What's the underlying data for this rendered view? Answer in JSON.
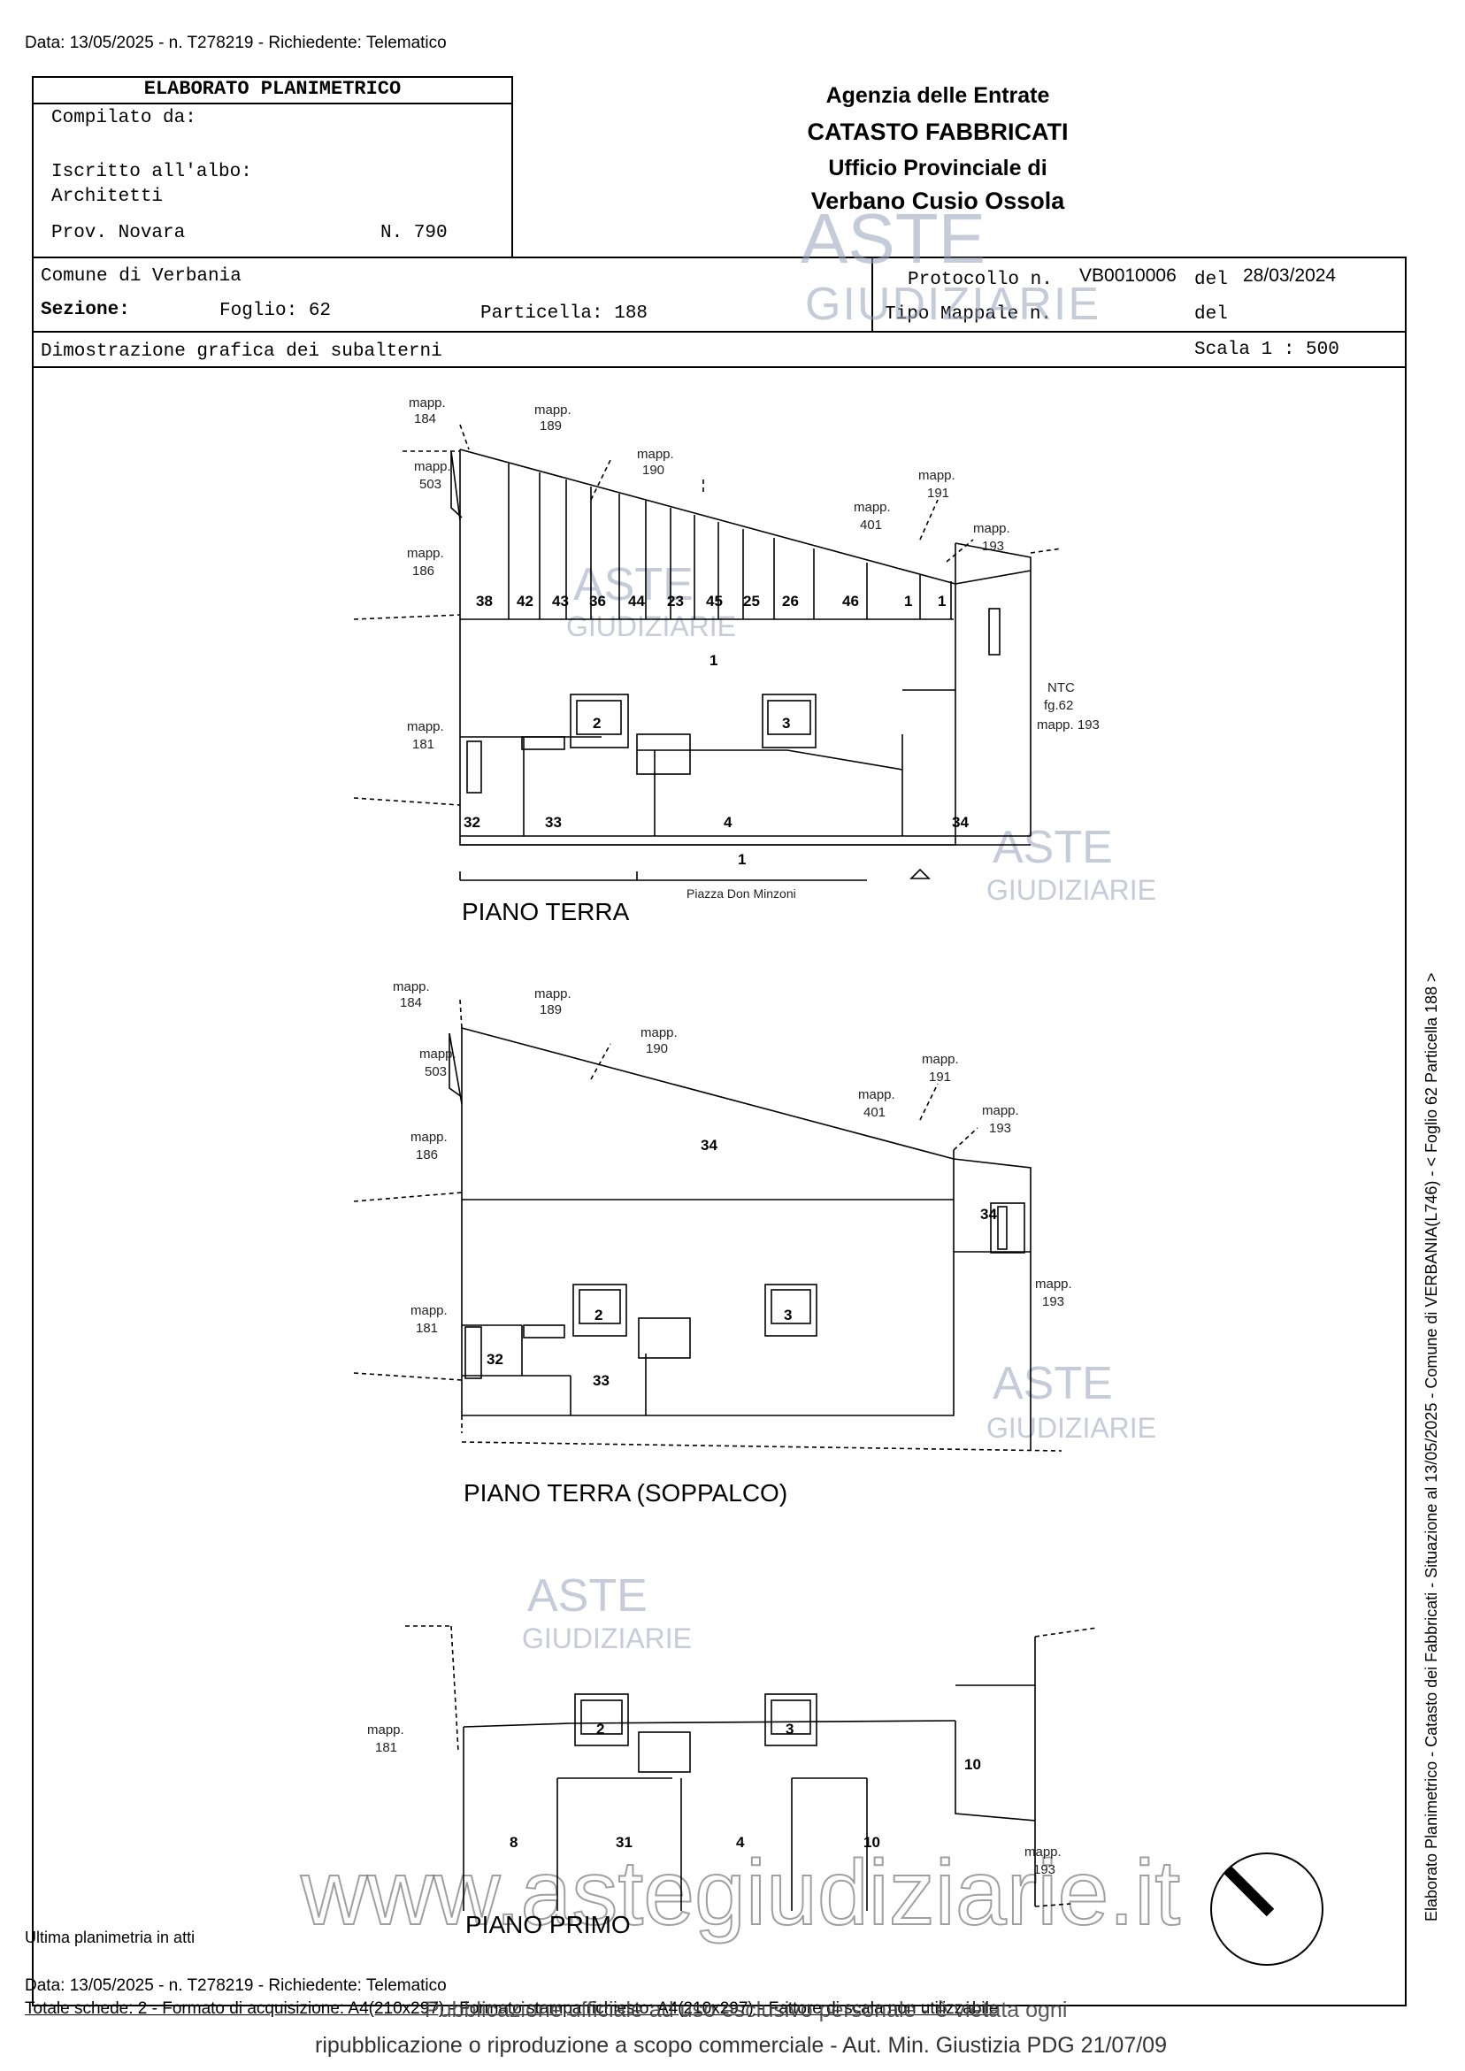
{
  "header_top": "Data: 13/05/2025 - n. T278219 - Richiedente: Telematico",
  "elaborato": {
    "title": "ELABORATO PLANIMETRICO",
    "compilato_label": "Compilato da:",
    "iscritto_label": "Iscritto all'albo:",
    "albo_value": "Architetti",
    "prov_label": "Prov. Novara",
    "number": "N. 790"
  },
  "agency": {
    "line1": "Agenzia delle Entrate",
    "line2": "CATASTO FABBRICATI",
    "line3": "Ufficio Provinciale di",
    "line4": "Verbano Cusio Ossola"
  },
  "info": {
    "comune": "Comune di Verbania",
    "sezione_label": "Sezione:",
    "foglio": "Foglio: 62",
    "particella": "Particella: 188",
    "protocollo_label": "Protocollo n.",
    "protocollo_value": "VB0010006",
    "del1": "del",
    "date": "28/03/2024",
    "tipo_mappale": "Tipo Mappale n.",
    "del2": "del",
    "dimostrazione": "Dimostrazione grafica dei subalterni",
    "scala": "Scala 1 : 500"
  },
  "watermark": {
    "aste": "ASTE",
    "giudiziarie": "GIUDIZIARIE",
    "website": "www.astegiudiziarie.it"
  },
  "plans": {
    "piano_terra": {
      "label": "PIANO TERRA",
      "mapp184": "mapp.\n184",
      "mapp189": "mapp.\n189",
      "mapp190": "mapp.\n190",
      "mapp503": "mapp.\n503",
      "mapp401": "mapp.\n401",
      "mapp191": "mapp.\n191",
      "mapp193": "mapp.\n193",
      "mapp186": "mapp.\n186",
      "mapp181": "mapp.\n181",
      "ntc": "NTC\nfg.62\nmapp. 193",
      "piazza": "Piazza Don Minzoni",
      "subs": [
        "38",
        "42",
        "43",
        "36",
        "44",
        "23",
        "45",
        "25",
        "26",
        "46",
        "1",
        "1"
      ],
      "sub1": "1",
      "sub2": "2",
      "sub3": "3",
      "sub32": "32",
      "sub33": "33",
      "sub4": "4",
      "sub34": "34",
      "sub1b": "1"
    },
    "piano_soppalco": {
      "label": "PIANO TERRA (SOPPALCO)",
      "mapp184": "mapp.\n184",
      "mapp189": "mapp.\n189",
      "mapp190": "mapp.\n190",
      "mapp503": "mapp.\n503",
      "mapp401": "mapp.\n401",
      "mapp191": "mapp.\n191",
      "mapp193a": "mapp.\n193",
      "mapp193b": "mapp.\n193",
      "mapp186": "mapp.\n186",
      "mapp181": "mapp.\n181",
      "sub34": "34",
      "sub34b": "34",
      "sub2": "2",
      "sub3": "3",
      "sub32": "32",
      "sub33": "33"
    },
    "piano_primo": {
      "label": "PIANO PRIMO",
      "mapp181": "mapp.\n181",
      "mapp193": "mapp.\n193",
      "sub2": "2",
      "sub3": "3",
      "sub10a": "10",
      "sub8": "8",
      "sub31": "31",
      "sub4": "4",
      "sub10b": "10"
    }
  },
  "side_text": "Elaborato Planimetrico - Catasto dei Fabbricati - Situazione al 13/05/2025 - Comune di VERBANIA(L746) - < Foglio 62 Particella 188 >",
  "footer": {
    "ultima": "Ultima planimetria in atti",
    "data": "Data: 13/05/2025 - n. T278219 - Richiedente: Telematico",
    "totale": "Totale schede: 2 - Formato di acquisizione: A4(210x297) - Formato stampa richiesto: A4(210x297) - Fattore di scala non utilizzabile",
    "pubblicazione": "Pubblicazione ufficiale ad uso esclusivo personale - è vietata ogni",
    "ripubblicazione": "ripubblicazione o riproduzione a scopo commerciale - Aut. Min. Giustizia PDG 21/07/09"
  }
}
